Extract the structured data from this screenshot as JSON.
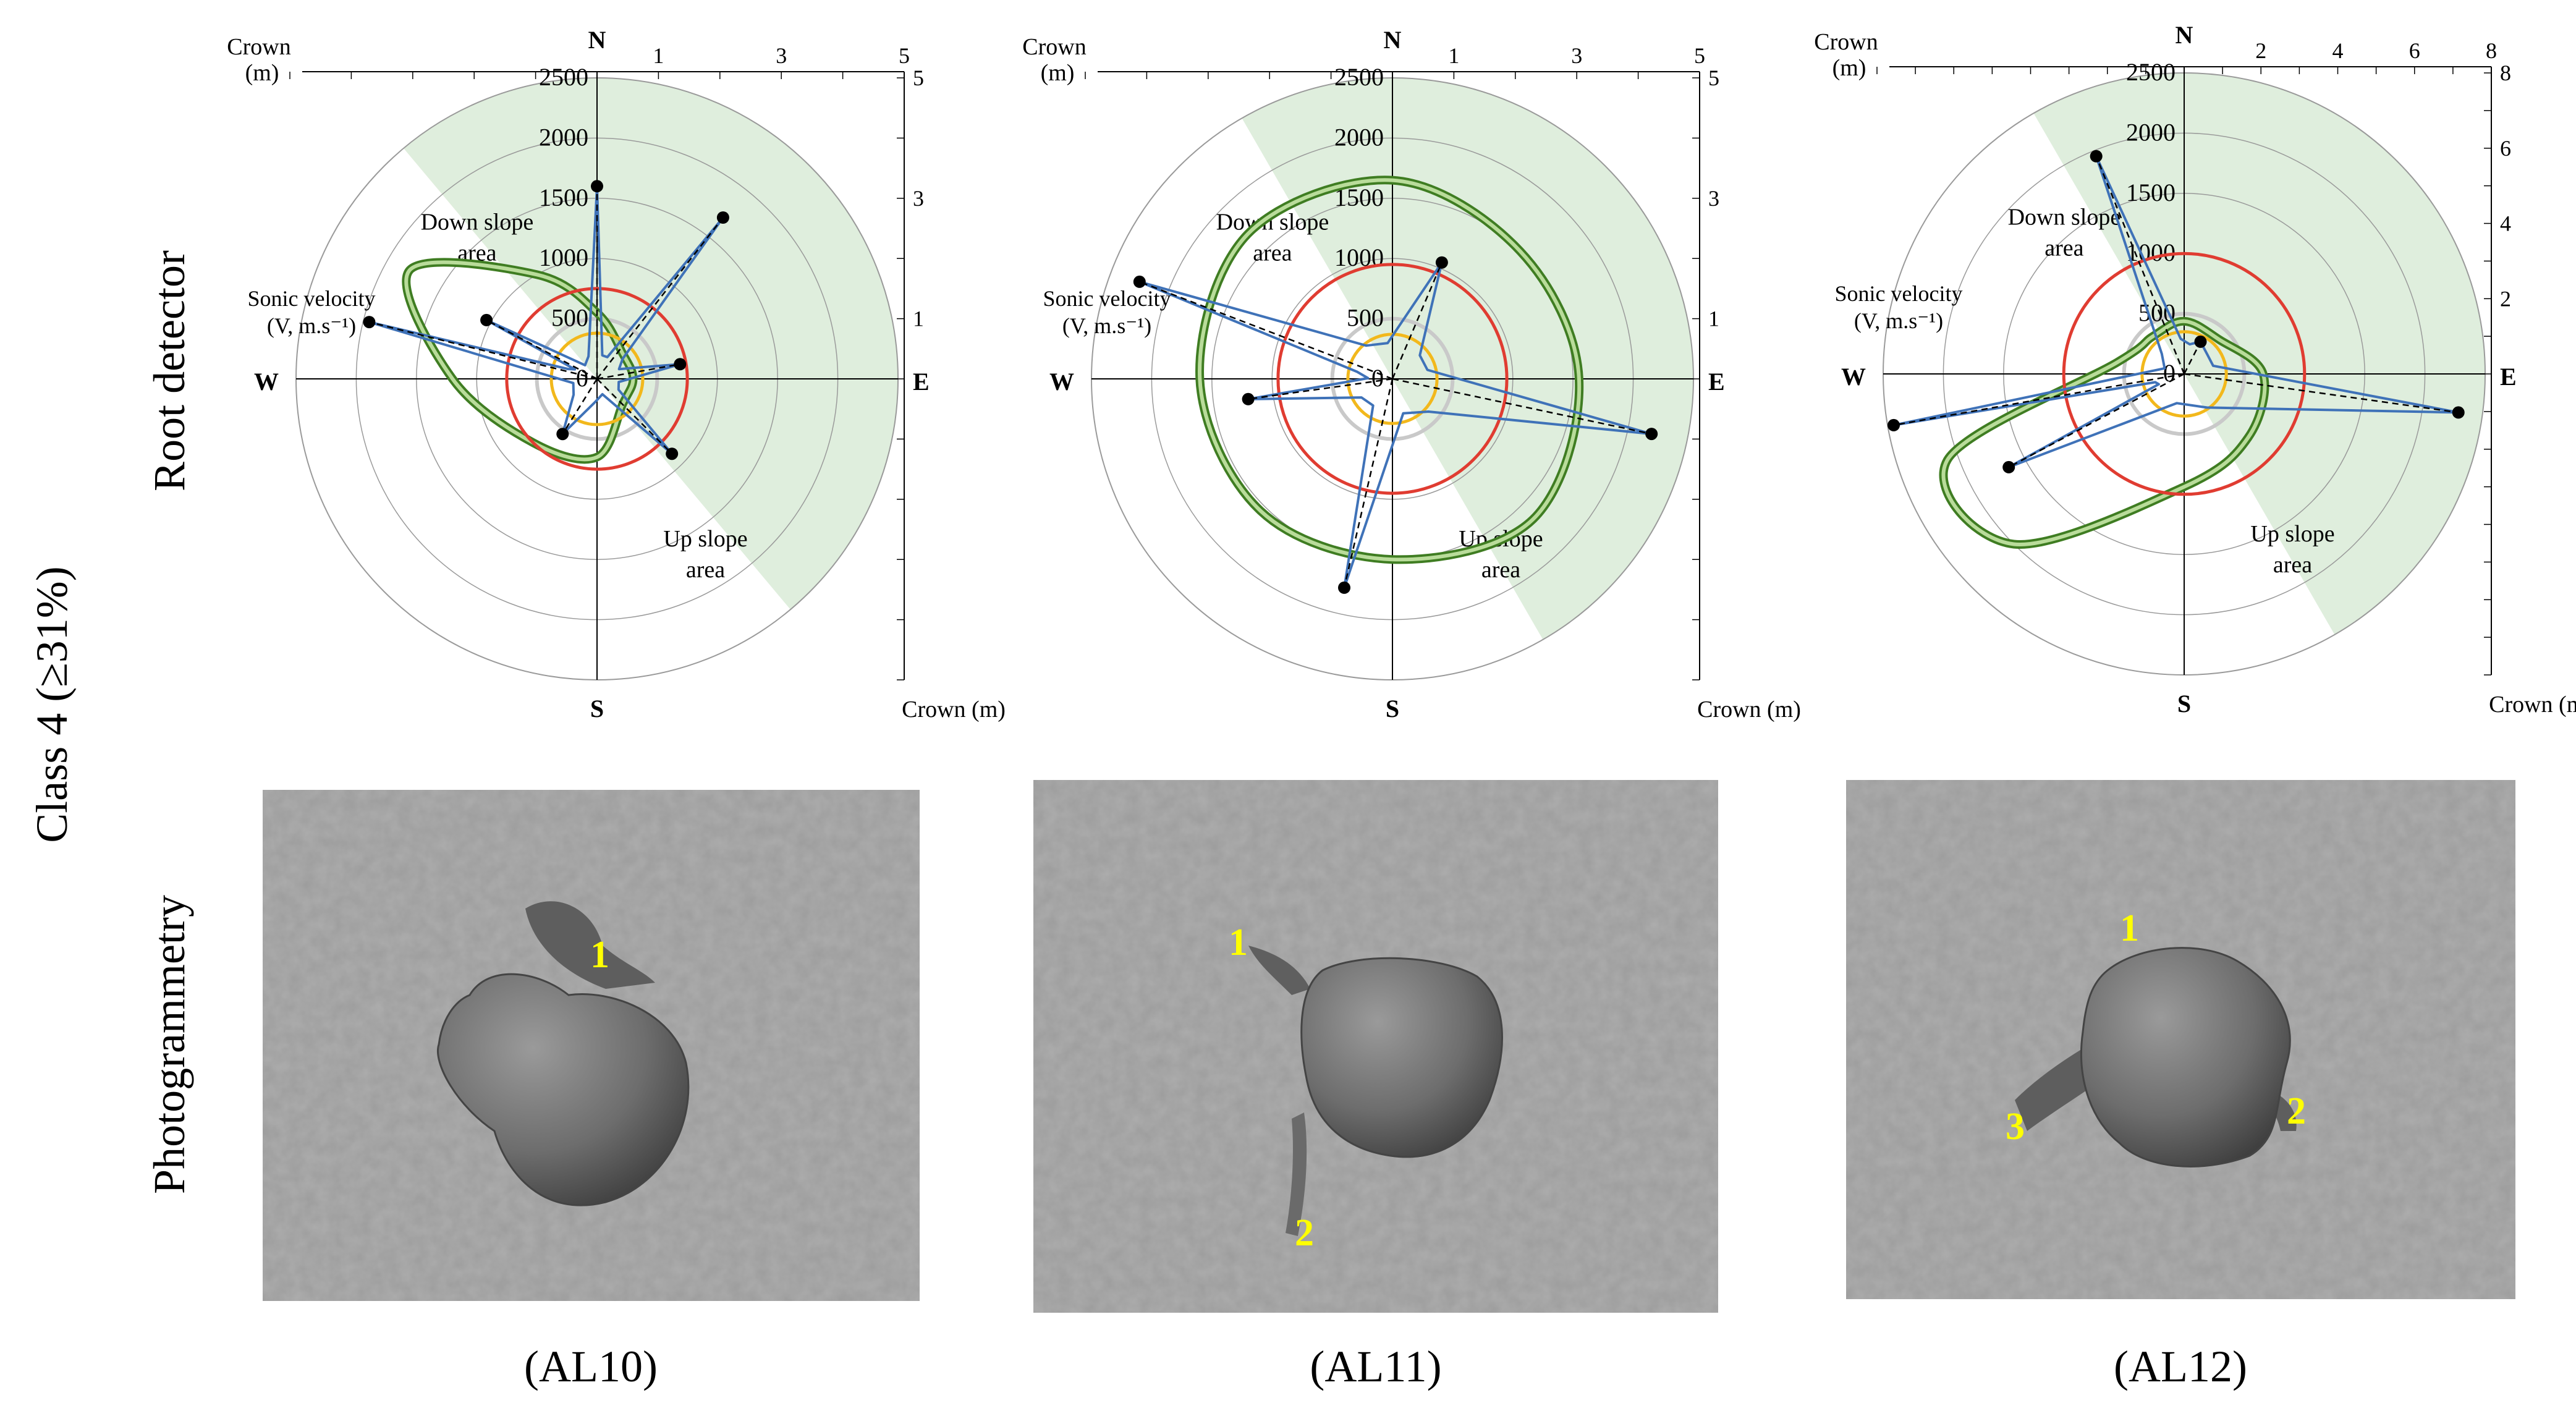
{
  "figure": {
    "class_label": "Class 4 (≥31%)",
    "row_labels": [
      "Root detector",
      "Photogrammetry"
    ]
  },
  "colors": {
    "down_slope_fill": "#fdeae2",
    "up_slope_fill": "#dfeedd",
    "ring_grid": "#9a9a9a",
    "sonic_velocity_line": "#3f72b8",
    "crown_outline": "#6aaa3e",
    "red_circle": "#e03c31",
    "yellow_circle": "#f2b81c",
    "photo_label": "#ffff00",
    "photo_background": "#9c9c9c"
  },
  "compass": {
    "N": "N",
    "E": "E",
    "S": "S",
    "W": "W"
  },
  "common_text": {
    "crown_unit_top": "Crown",
    "crown_unit_m": "(m)",
    "crown_bottom": "Crown (m)",
    "down_slope_1": "Down slope",
    "down_slope_2": "area",
    "up_slope_1": "Up slope",
    "up_slope_2": "area",
    "sonic_1": "Sonic velocity",
    "sonic_2": "(V, m.s⁻¹)"
  },
  "chart_data": [
    {
      "type": "radar",
      "id": "AL10",
      "caption": "(AL10)",
      "radial_ticks": [
        "0",
        "500",
        "1000",
        "1500",
        "2000",
        "2500"
      ],
      "radial_max": 2500,
      "crown_axis_top_ticks": [
        "1",
        "3",
        "5"
      ],
      "crown_axis_right_ticks": [
        "5",
        "3",
        "1"
      ],
      "crown_axis_max": 5,
      "down_slope_sector_deg": [
        140,
        330
      ],
      "sonic_velocity_marked_points": [
        {
          "bearing": 0,
          "v": 1600
        },
        {
          "bearing": 38,
          "v": 1700
        },
        {
          "bearing": 80,
          "v": 700
        },
        {
          "bearing": 135,
          "v": 880
        },
        {
          "bearing": 212,
          "v": 540
        },
        {
          "bearing": 284,
          "v": 1950
        },
        {
          "bearing": 298,
          "v": 1040
        }
      ],
      "sonic_velocity_intermediate_min": 200,
      "crown_outline_m": [
        {
          "bearing": 0,
          "r": 1.1
        },
        {
          "bearing": 45,
          "r": 0.6
        },
        {
          "bearing": 90,
          "r": 0.6
        },
        {
          "bearing": 135,
          "r": 0.6
        },
        {
          "bearing": 180,
          "r": 1.3
        },
        {
          "bearing": 225,
          "r": 1.5
        },
        {
          "bearing": 270,
          "r": 2.4
        },
        {
          "bearing": 300,
          "r": 3.6
        },
        {
          "bearing": 330,
          "r": 2.0
        }
      ],
      "red_circle_v": 750,
      "yellow_circle_v": 380,
      "photo_labels": [
        "1"
      ]
    },
    {
      "type": "radar",
      "id": "AL11",
      "caption": "(AL11)",
      "radial_ticks": [
        "0",
        "500",
        "1000",
        "1500",
        "2000",
        "2500"
      ],
      "radial_max": 2500,
      "crown_axis_top_ticks": [
        "1",
        "3",
        "5"
      ],
      "crown_axis_right_ticks": [
        "5",
        "3",
        "1"
      ],
      "crown_axis_max": 5,
      "down_slope_sector_deg": [
        150,
        330
      ],
      "sonic_velocity_marked_points": [
        {
          "bearing": 23,
          "v": 1050
        },
        {
          "bearing": 102,
          "v": 2200
        },
        {
          "bearing": 193,
          "v": 1780
        },
        {
          "bearing": 262,
          "v": 1210
        },
        {
          "bearing": 291,
          "v": 2250
        }
      ],
      "sonic_velocity_intermediate_min": 300,
      "crown_outline_m": [
        {
          "bearing": 0,
          "r": 3.3
        },
        {
          "bearing": 45,
          "r": 3.0
        },
        {
          "bearing": 90,
          "r": 3.1
        },
        {
          "bearing": 135,
          "r": 3.3
        },
        {
          "bearing": 180,
          "r": 3.0
        },
        {
          "bearing": 225,
          "r": 3.1
        },
        {
          "bearing": 270,
          "r": 3.2
        },
        {
          "bearing": 315,
          "r": 3.4
        }
      ],
      "red_circle_v": 950,
      "yellow_circle_v": 370,
      "photo_labels": [
        "1",
        "2"
      ]
    },
    {
      "type": "radar",
      "id": "AL12",
      "caption": "(AL12)",
      "radial_ticks": [
        "0",
        "500",
        "1000",
        "1500",
        "2000",
        "2500"
      ],
      "radial_max": 2500,
      "crown_axis_top_ticks": [
        "2",
        "4",
        "6",
        "8"
      ],
      "crown_axis_right_ticks": [
        "8",
        "6",
        "4",
        "2"
      ],
      "crown_axis_max": 8,
      "down_slope_sector_deg": [
        150,
        330
      ],
      "sonic_velocity_marked_points": [
        {
          "bearing": 27,
          "v": 300
        },
        {
          "bearing": 98,
          "v": 2300
        },
        {
          "bearing": 242,
          "v": 1650
        },
        {
          "bearing": 260,
          "v": 2450
        },
        {
          "bearing": 338,
          "v": 1950
        }
      ],
      "sonic_velocity_intermediate_min": 250,
      "crown_outline_m": [
        {
          "bearing": 0,
          "r": 1.4
        },
        {
          "bearing": 45,
          "r": 1.3
        },
        {
          "bearing": 90,
          "r": 2.1
        },
        {
          "bearing": 135,
          "r": 2.4
        },
        {
          "bearing": 180,
          "r": 3.0
        },
        {
          "bearing": 225,
          "r": 6.4
        },
        {
          "bearing": 250,
          "r": 6.7
        },
        {
          "bearing": 280,
          "r": 1.8
        },
        {
          "bearing": 320,
          "r": 1.3
        }
      ],
      "red_circle_v": 1000,
      "yellow_circle_v": 350,
      "photo_labels": [
        "1",
        "2",
        "3"
      ]
    }
  ]
}
